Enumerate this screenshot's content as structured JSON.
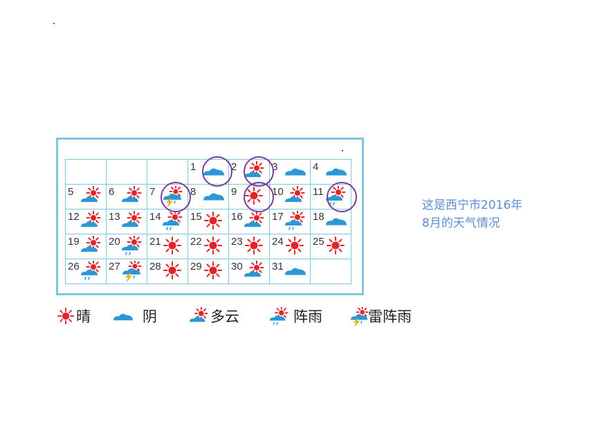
{
  "calendar": {
    "rows": [
      [
        {
          "day": "",
          "weather": ""
        },
        {
          "day": "",
          "weather": ""
        },
        {
          "day": "",
          "weather": ""
        },
        {
          "day": "1",
          "weather": "cloudy",
          "circled": true
        },
        {
          "day": "2",
          "weather": "partly",
          "circled": true
        },
        {
          "day": "3",
          "weather": "cloudy"
        },
        {
          "day": "4",
          "weather": "cloudy"
        }
      ],
      [
        {
          "day": "5",
          "weather": "partly"
        },
        {
          "day": "6",
          "weather": "partly"
        },
        {
          "day": "7",
          "weather": "thunder",
          "circled": true
        },
        {
          "day": "8",
          "weather": "cloudy"
        },
        {
          "day": "9",
          "weather": "sunny",
          "circled": true
        },
        {
          "day": "10",
          "weather": "partly"
        },
        {
          "day": "11",
          "weather": "shower",
          "circled": true
        }
      ],
      [
        {
          "day": "12",
          "weather": "partly"
        },
        {
          "day": "13",
          "weather": "partly"
        },
        {
          "day": "14",
          "weather": "shower"
        },
        {
          "day": "15",
          "weather": "sunny"
        },
        {
          "day": "16",
          "weather": "partly"
        },
        {
          "day": "17",
          "weather": "shower"
        },
        {
          "day": "18",
          "weather": "cloudy"
        }
      ],
      [
        {
          "day": "19",
          "weather": "partly"
        },
        {
          "day": "20",
          "weather": "shower"
        },
        {
          "day": "21",
          "weather": "sunny"
        },
        {
          "day": "22",
          "weather": "sunny"
        },
        {
          "day": "23",
          "weather": "sunny"
        },
        {
          "day": "24",
          "weather": "sunny"
        },
        {
          "day": "25",
          "weather": "sunny"
        }
      ],
      [
        {
          "day": "26",
          "weather": "shower"
        },
        {
          "day": "27",
          "weather": "thunder"
        },
        {
          "day": "28",
          "weather": "sunny"
        },
        {
          "day": "29",
          "weather": "sunny"
        },
        {
          "day": "30",
          "weather": "partly"
        },
        {
          "day": "31",
          "weather": "cloudy"
        },
        {
          "day": "",
          "weather": ""
        }
      ]
    ]
  },
  "legend": {
    "items": [
      {
        "icon": "sunny",
        "label": "晴"
      },
      {
        "icon": "cloudy",
        "label": "阴"
      },
      {
        "icon": "partly",
        "label": "多云"
      },
      {
        "icon": "shower",
        "label": "阵雨"
      },
      {
        "icon": "thunder",
        "label": "雷阵雨"
      }
    ]
  },
  "caption": {
    "line1": "这是西宁市2016年",
    "line2": "8月的天气情况"
  },
  "colors": {
    "grid": "#7ec8de",
    "sun": "#e0242a",
    "cloud": "#2b98d6",
    "ring": "#7a3b9a",
    "caption": "#5b8fd1",
    "bolt": "#f2c500"
  }
}
